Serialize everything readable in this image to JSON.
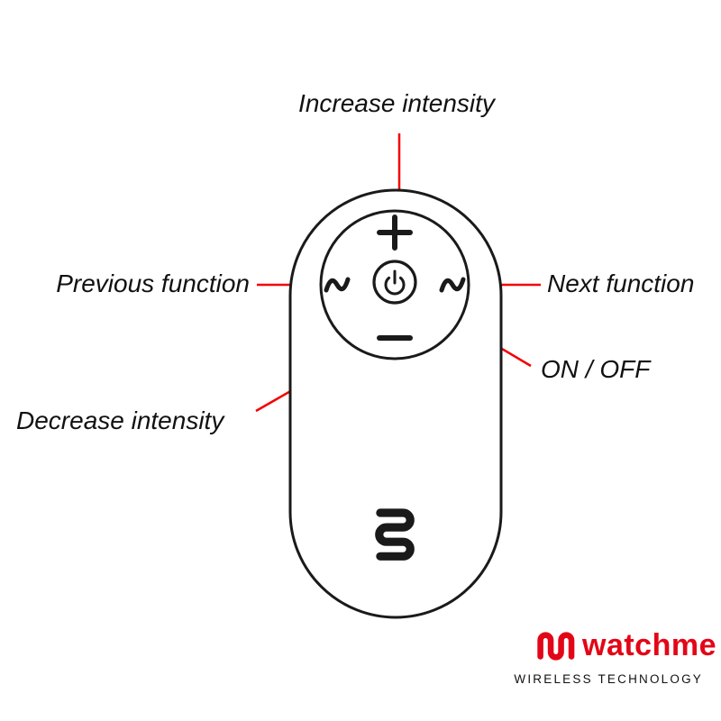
{
  "annotations": {
    "increase_intensity": "Increase intensity",
    "previous_function": "Previous function",
    "next_function": "Next function",
    "on_off": "ON / OFF",
    "decrease_intensity": "Decrease intensity"
  },
  "device": {
    "type": "wireless remote control",
    "buttons": {
      "plus": "increase intensity",
      "minus": "decrease intensity",
      "wave_left": "previous function",
      "wave_right": "next function",
      "power": "on / off"
    }
  },
  "icons": {
    "plus": "plus-icon",
    "minus": "minus-icon",
    "wave_left": "wave-icon",
    "wave_right": "wave-icon",
    "power": "power-icon",
    "device_logo": "watchme-squiggle-icon",
    "brand_mark": "watchme-squiggle-icon"
  },
  "brand": {
    "name": "watchme",
    "tagline": "WIRELESS TECHNOLOGY"
  },
  "colors": {
    "annotation_line": "#f40000",
    "brand_red": "#e30617",
    "device_outline": "#1a1a1a"
  }
}
